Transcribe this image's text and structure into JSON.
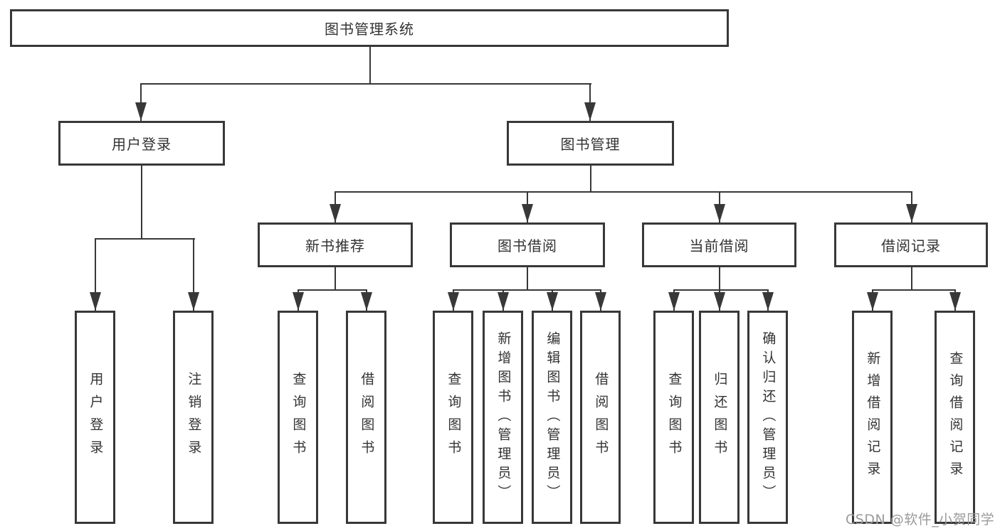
{
  "diagram_type": "hierarchy-tree",
  "tree": {
    "label": "图书管理系统",
    "children": [
      {
        "label": "用户登录",
        "children": [
          {
            "label": "用户登录"
          },
          {
            "label": "注销登录"
          }
        ]
      },
      {
        "label": "图书管理",
        "children": [
          {
            "label": "新书推荐",
            "children": [
              {
                "label": "查询图书"
              },
              {
                "label": "借阅图书"
              }
            ]
          },
          {
            "label": "图书借阅",
            "children": [
              {
                "label": "查询图书"
              },
              {
                "label": "新增图书（管理员）"
              },
              {
                "label": "编辑图书（管理员）"
              },
              {
                "label": "借阅图书"
              }
            ]
          },
          {
            "label": "当前借阅",
            "children": [
              {
                "label": "查询图书"
              },
              {
                "label": "归还图书"
              },
              {
                "label": "确认归还（管理员）"
              }
            ]
          },
          {
            "label": "借阅记录",
            "children": [
              {
                "label": "新增借阅记录"
              },
              {
                "label": "查询借阅记录"
              }
            ]
          }
        ]
      }
    ]
  },
  "watermark": {
    "text": "CSDN @软件_小贺同学"
  },
  "colors": {
    "line": "#383838",
    "text": "#333333",
    "background": "#ffffff",
    "watermark": "#9a9a9a"
  }
}
